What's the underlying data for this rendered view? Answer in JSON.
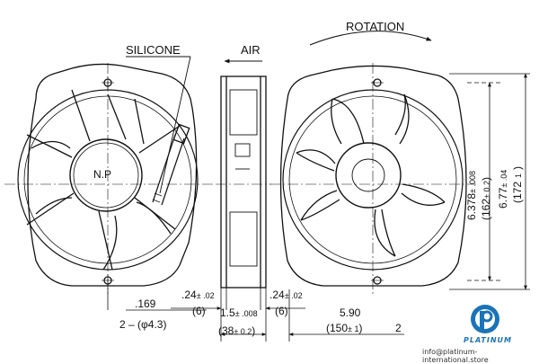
{
  "labels": {
    "silicone": "SILICONE",
    "air": "AIR",
    "rotation": "ROTATION",
    "np": "N.P"
  },
  "dims": {
    "hole_spacing": ".169",
    "hole_spec": "2 – (φ4.3)",
    "thk_left": ".24",
    "thk_left_tol": "± .02",
    "thk_left_mm": "(6)",
    "depth": "1.5",
    "depth_tol": "± .008",
    "depth_mm": "(38",
    "depth_mm_tol": "± 0.2",
    "depth_mm_close": ")",
    "thk_right": ".24",
    "thk_right_tol": "± .02",
    "thk_right_mm": "(6)",
    "width": "5.90",
    "width_mm": "(150",
    "width_mm_tol": "± 1",
    "width_mm_close": ")",
    "cut_digit": "2",
    "h1": "6.378",
    "h1_tol": "± .008",
    "h1_mm": "(162",
    "h1_mm_tol": "± 0.2",
    "h1_mm_close": ")",
    "h2": "6.77",
    "h2_tol": "± .04",
    "h2_mm": "(172",
    "h2_mm_tol": "1",
    "h2_mm_close": ")"
  },
  "brand": {
    "name": "PLATINUM",
    "email": "info@platinum-international.store",
    "color": "#1a73b8"
  }
}
